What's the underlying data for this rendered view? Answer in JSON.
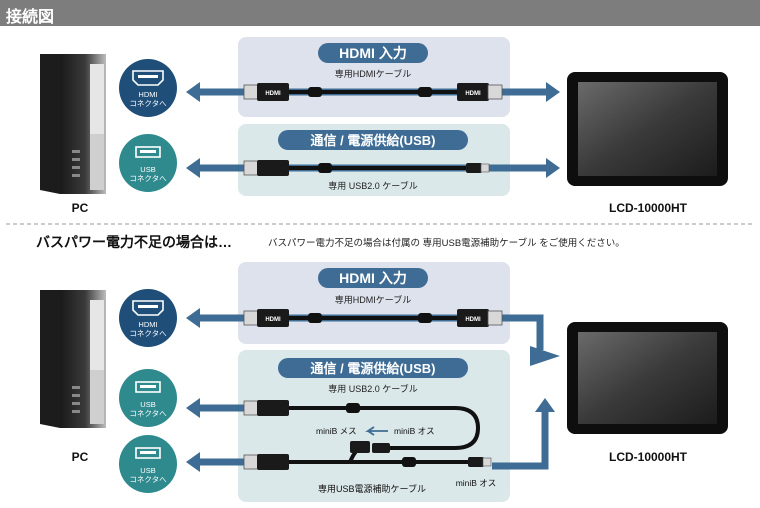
{
  "header": {
    "title": "接続図"
  },
  "colors": {
    "arrow": "#3e6c94",
    "panel_top": "#dde2ec",
    "panel_usb": "#dbe8ea",
    "header": "#7d7d7d",
    "port_circle": "#1f4e79"
  },
  "top": {
    "hdmi_title": "HDMI 入力",
    "hdmi_cable": "専用HDMIケーブル",
    "usb_title": "通信 / 電源供給(USB)",
    "usb_cable": "専用 USB2.0 ケーブル",
    "port_hdmi": [
      "HDMI",
      "コネクタへ"
    ],
    "port_usb": [
      "USB",
      "コネクタへ"
    ],
    "pc_label": "PC",
    "monitor_label": "LCD-10000HT"
  },
  "note": {
    "heading": "バスパワー電力不足の場合は…",
    "text": "バスパワー電力不足の場合は付属の 専用USB電源補助ケーブル をご使用ください。"
  },
  "bottom": {
    "hdmi_title": "HDMI 入力",
    "hdmi_cable": "専用HDMIケーブル",
    "usb_title": "通信 / 電源供給(USB)",
    "usb_cable": "専用 USB2.0 ケーブル",
    "minib_female": "miniB メス",
    "minib_male": "miniB オス",
    "aux_cable": "専用USB電源補助ケーブル",
    "minib_male2": "miniB オス",
    "port_hdmi": [
      "HDMI",
      "コネクタへ"
    ],
    "port_usb1": [
      "USB",
      "コネクタへ"
    ],
    "port_usb2": [
      "USB",
      "コネクタへ"
    ],
    "pc_label": "PC",
    "monitor_label": "LCD-10000HT"
  },
  "plug_text": {
    "hdmi": "HDMI"
  }
}
